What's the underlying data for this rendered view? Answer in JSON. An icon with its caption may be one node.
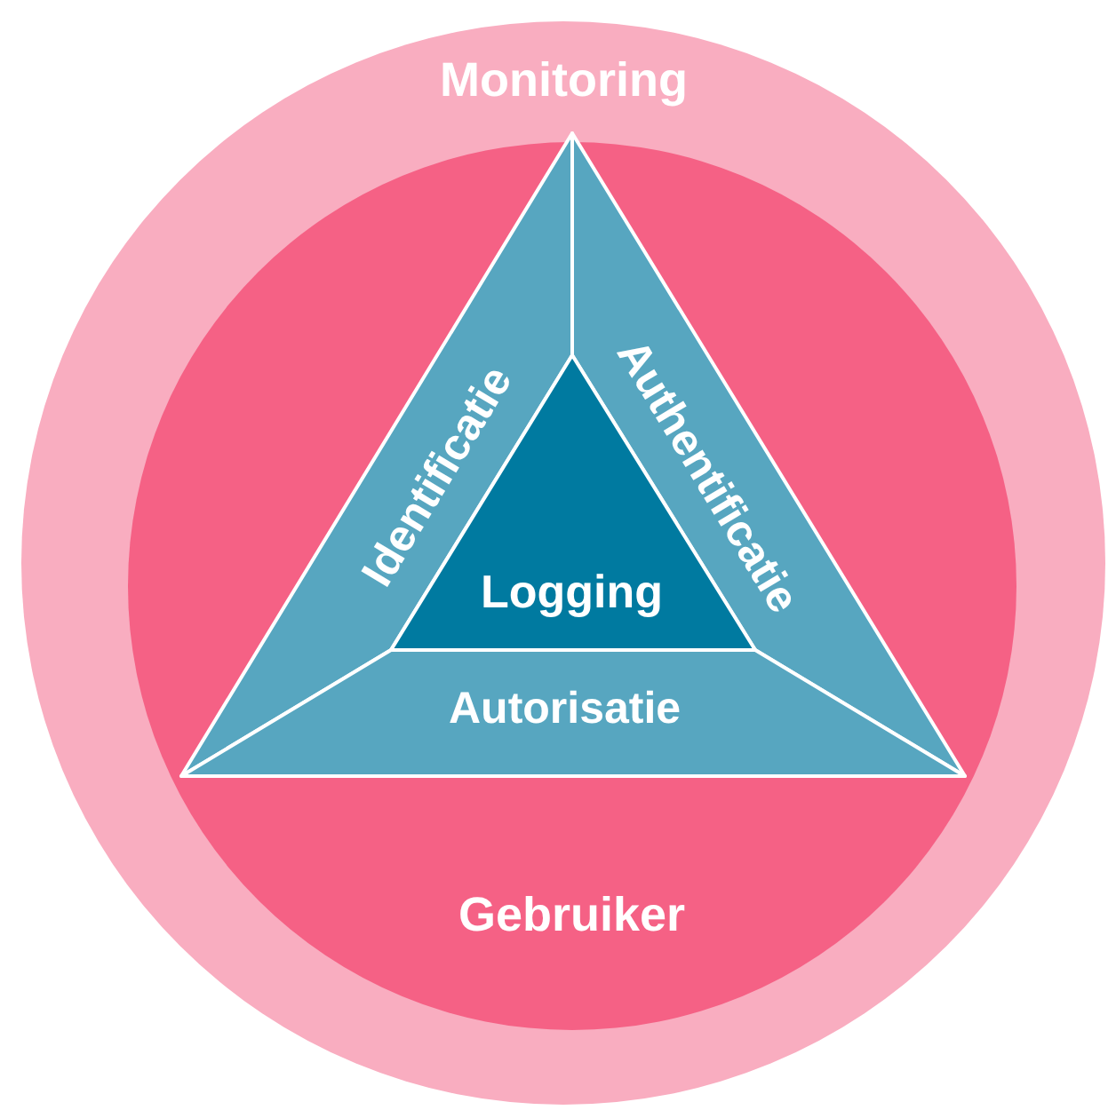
{
  "diagram": {
    "nodes": [
      {
        "text": [
          "Monitoring"
        ]
      },
      {
        "text": [
          "Gebruiker"
        ],
        "in": 0
      },
      {
        "text": [
          "Identificatie"
        ],
        "in": 1
      },
      {
        "text": [
          "Authentificatie"
        ],
        "in": 1
      },
      {
        "text": [
          "Autorisatie"
        ],
        "in": 1
      },
      {
        "text": [
          "Logging"
        ],
        "in": 1
      }
    ]
  }
}
